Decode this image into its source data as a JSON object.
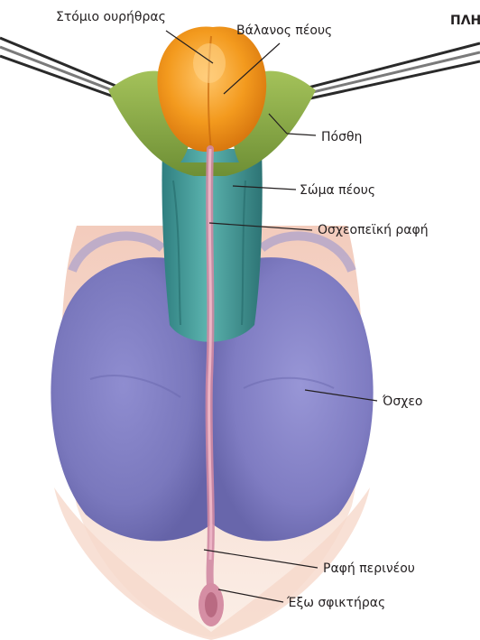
{
  "header": {
    "text": "ΠΛΗ"
  },
  "labels": {
    "urethral_opening": "Στόμιο ουρήθρας",
    "glans": "Βάλανος πέους",
    "foreskin": "Πόσθη",
    "shaft": "Σώμα πέους",
    "raphe": "Οσχεοπεϊκή ραφή",
    "scrotum": "Όσχεο",
    "perineal_raphe": "Ραφή περινέου",
    "sphincter": "Έξω σφικτήρας"
  },
  "colors": {
    "glans": "#f39a1e",
    "foreskin": "#8fae47",
    "shaft": "#3e9a98",
    "scrotum": "#7f7cc2",
    "raphe": "#d08aa3",
    "skin": "#f0c8b8",
    "leader_line": "#231f20"
  }
}
